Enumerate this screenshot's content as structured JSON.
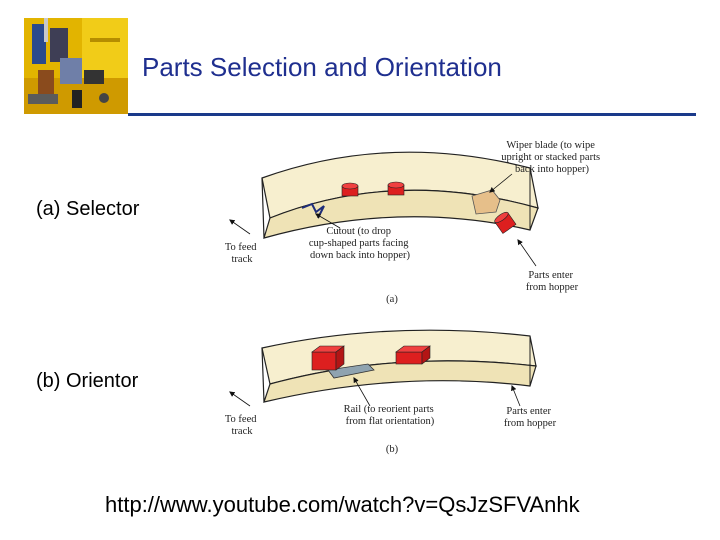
{
  "slide": {
    "title": "Parts Selection and Orientation",
    "url": "http://www.youtube.com/watch?v=QsJzSFVAnhk"
  },
  "selector": {
    "label": "(a) Selector",
    "figure_tag": "(a)",
    "wiper_note": [
      "Wiper blade (to wipe",
      "upright or stacked parts",
      "back into hopper)"
    ],
    "cutout_note": [
      "Cutout (to drop",
      "cup-shaped parts facing",
      "down back into hopper)"
    ],
    "feed_note": [
      "To feed",
      "track"
    ],
    "parts_note": [
      "Parts enter",
      "from hopper"
    ]
  },
  "orientor": {
    "label": "(b) Orientor",
    "figure_tag": "(b)",
    "rail_note": [
      "Rail (to reorient parts",
      "from flat orientation)"
    ],
    "feed_note": [
      "To feed",
      "track"
    ],
    "parts_note": [
      "Parts enter",
      "from hopper"
    ]
  },
  "colors": {
    "title": "#1f2f8f",
    "rule": "#1a3a8a",
    "track": "#f7efcf",
    "part": "#dd1f1f",
    "wiper": "#e6bf8a",
    "rail": "#8fa3b0"
  }
}
